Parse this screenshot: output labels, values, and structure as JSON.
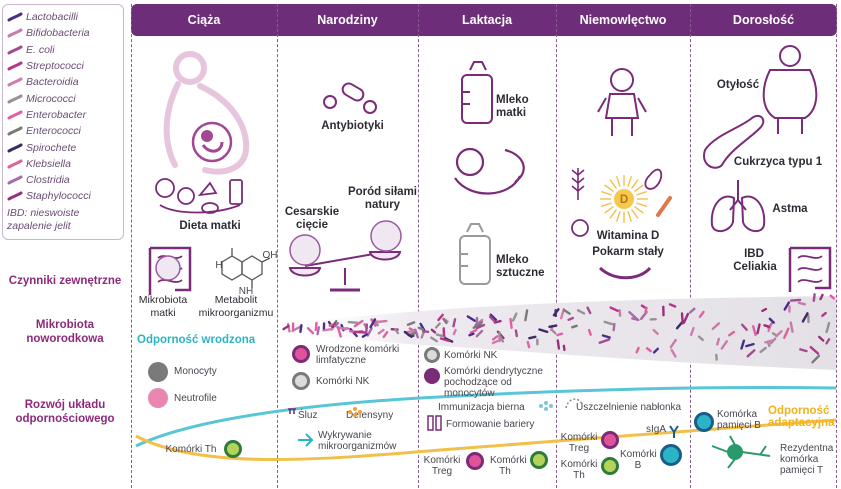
{
  "legend": {
    "items": [
      {
        "label": "Lactobacilli",
        "color": "#4a2d8a"
      },
      {
        "label": "Bifidobacteria",
        "color": "#c87aa8"
      },
      {
        "label": "E. coli",
        "color": "#a34b92"
      },
      {
        "label": "Streptococci",
        "color": "#b4358a"
      },
      {
        "label": "Bacteroidia",
        "color": "#d37ab0"
      },
      {
        "label": "Micrococci",
        "color": "#9a8f96"
      },
      {
        "label": "Enterobacter",
        "color": "#e060a8"
      },
      {
        "label": "Enterococci",
        "color": "#7a7a7a"
      },
      {
        "label": "Spirochete",
        "color": "#3a2a66"
      },
      {
        "label": "Klebsiella",
        "color": "#e0609c"
      },
      {
        "label": "Clostridia",
        "color": "#a86aa8"
      },
      {
        "label": "Staphylococci",
        "color": "#9a2f7a"
      }
    ],
    "note": "IBD: nieswoiste zapalenie jelit"
  },
  "columns": [
    "Ciąża",
    "Narodziny",
    "Laktacja",
    "Niemowlęctwo",
    "Dorosłość"
  ],
  "rows": {
    "external": "Czynniki zewnętrzne",
    "microbiota": "Mikrobiota noworodkowa",
    "immune": "Rozwój układu odpornościowego"
  },
  "pregnancy": {
    "diet": "Dieta matki",
    "microbiota": "Mikrobiota matki",
    "metabolite": "Metabolit mikroorganizmu",
    "chem_h": "H",
    "chem_nh2": "NH",
    "chem_oh": "OH"
  },
  "birth": {
    "antibiotics": "Antybiotyki",
    "cesarean": "Cesarskie cięcie",
    "natural": "Poród siłami natury"
  },
  "lactation": {
    "breast_milk": "Mleko matki",
    "formula": "Mleko sztuczne"
  },
  "infancy": {
    "vitamin": "Witamina D",
    "vitamin_letter": "D",
    "solid_food": "Pokarm stały"
  },
  "adulthood": {
    "obesity": "Otyłość",
    "diabetes": "Cukrzyca typu 1",
    "asthma": "Astma",
    "ibd": "IBD",
    "celiac": "Celiakia"
  },
  "immunity": {
    "innate": "Odporność wrodzona",
    "adaptive": "Odporność adaptacyjna",
    "monocytes": "Monocyty",
    "neutrophils": "Neutrofile",
    "th_cells": "Komórki Th",
    "lymphoid": "Wrodzone komórki limfatyczne",
    "nk_cells": "Komórki NK",
    "mucus": "Śluz",
    "defensins": "Defensyny",
    "pathogen_detection": "Wykrywanie mikroorganizmów",
    "nk_cells_2": "Komórki NK",
    "dendritic": "Komórki dendrytyczne pochodzące od monocytów",
    "passive": "Immunizacja bierna",
    "barrier": "Formowanie bariery",
    "treg_1": "Komórki Treg",
    "th_1": "Komórki Th",
    "sealing": "Uszczelnienie nabłonka",
    "treg_2": "Komórki Treg",
    "th_2": "Komórki Th",
    "siga": "sIgA",
    "b_cells": "Komórki B",
    "memory_b": "Komórka pamięci B",
    "memory_t": "Rezydentna komórka pamięci T"
  },
  "colors": {
    "header": "#6e2d79",
    "accent": "#8c2a7c",
    "teal": "#2bb3c6",
    "orange": "#f2b21a"
  }
}
